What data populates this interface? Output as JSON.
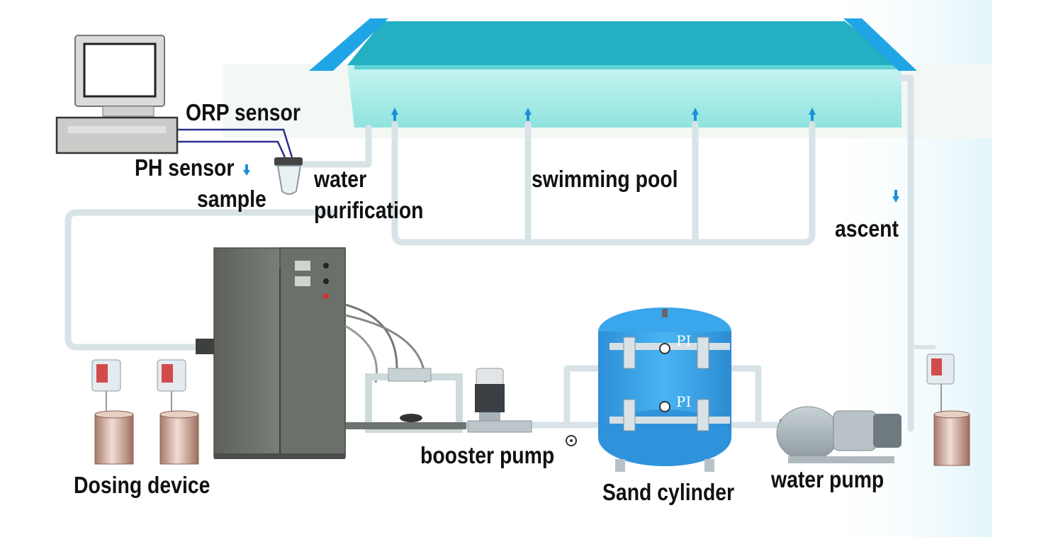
{
  "diagram": {
    "labels": {
      "orp_sensor": "ORP sensor",
      "ph_sensor": "PH sensor",
      "sample": "sample",
      "water_purification_line1": "water",
      "water_purification_line2": "purification",
      "swimming_pool": "swimming pool",
      "ascent": "ascent",
      "dosing_device": "Dosing device",
      "booster_pump": "booster pump",
      "sand_cylinder": "Sand cylinder",
      "water_pump": "water pump"
    },
    "gauge_labels": {
      "upper": "PI",
      "lower": "PI"
    }
  },
  "colors": {
    "pool_water": "#27b3c4",
    "pool_wall": "#a8ece8",
    "pool_rim": "#1fa5e6",
    "pipe": "#d7e2e6",
    "sand_cylinder": "#3aa6ec",
    "generator": "#6e726c",
    "tank": "#c79a8a",
    "background_glow": "#d8f3f8",
    "label_text": "#111111"
  },
  "icons": {
    "computer": "computer-monitor-icon",
    "flow_arrow": "arrow-up-icon",
    "descent_arrow": "arrow-down-icon"
  }
}
